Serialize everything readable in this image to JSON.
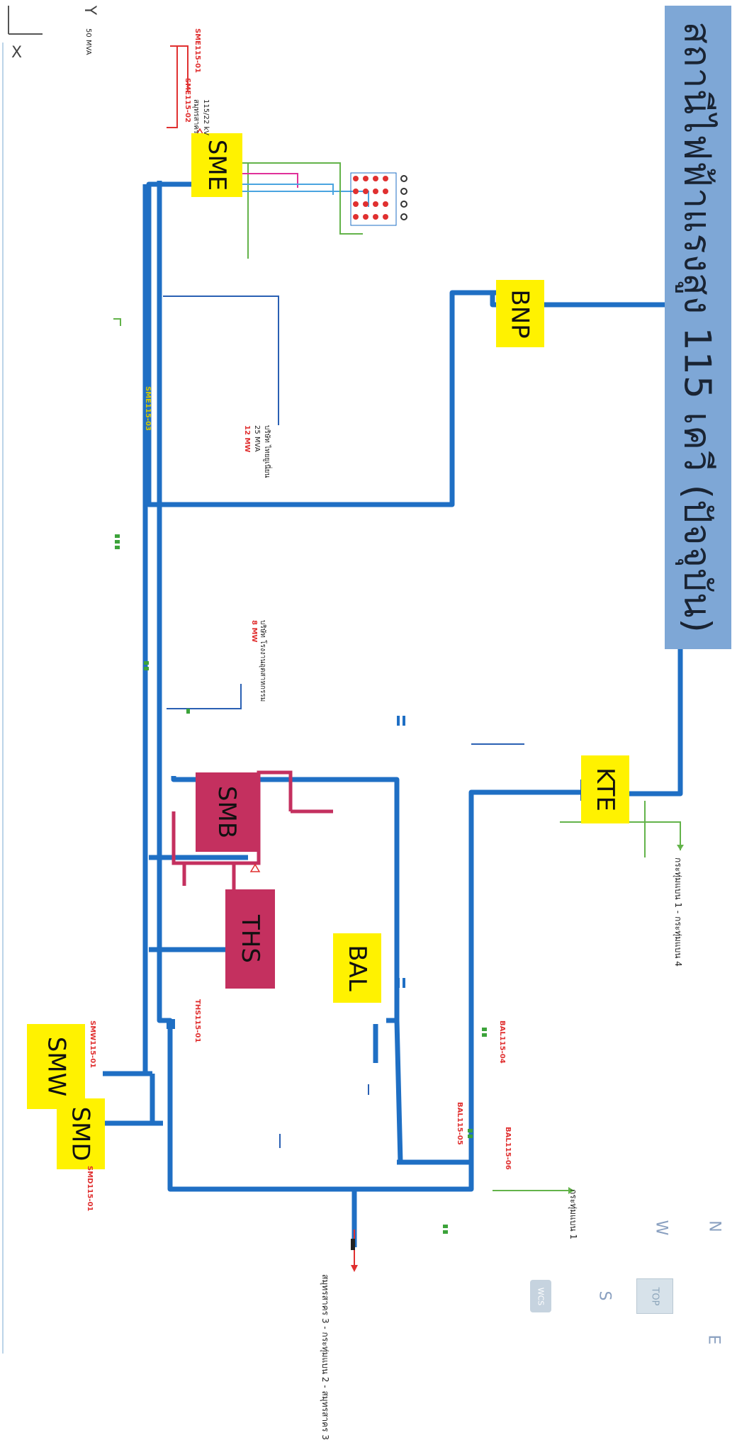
{
  "title": "สถานีไฟฟ้าแรงสูง 115 เควี (ปัจจุบัน)",
  "axes": {
    "y_label": "Y",
    "x_label": "X"
  },
  "compass": {
    "n": "N",
    "w": "W",
    "s": "S",
    "e": "E"
  },
  "view_controls": {
    "top_label": "TOP",
    "wcs_label": "WCS"
  },
  "stations": {
    "sme": "SME",
    "bnp": "BNP",
    "kte": "KTE",
    "smb": "SMB",
    "ths": "THS",
    "bal": "BAL",
    "smw": "SMW",
    "smd": "SMD"
  },
  "labels": {
    "to_kfp_1_4": "กระทุ่มแบน 1 - กระทุ่มแบน 4",
    "to_kfp_1": "กระทุ่มแบน 1",
    "to_samut_3": "สมุทรสาคร 3 - กระทุ่มแบน 2 - สมุทรสาคร 3",
    "sme_station_a": "115/22 kV",
    "sme_station_b": "สมุทรสาคร",
    "sme_feeder_1": "SME115-01",
    "sme_feeder_2": "SME115-02",
    "sme_feeder_3": "SME115-03",
    "ths_feeder": "THS115-01",
    "bal_feeder_1": "BAL115-04",
    "bal_feeder_2": "BAL115-05",
    "bal_feeder_3": "BAL115-06",
    "smd_feeder": "SMD115-01",
    "smw_feeder": "SMW115-01",
    "factory_1": "บริษัท ไทยยูเนี่ยน",
    "factory_2": "บริษัท โรงงานอุตสาหกรรม",
    "capacity_25": "25 MVA",
    "capacity_50": "50 MVA",
    "mw_12": "12 MW",
    "mw_8": "8 MW"
  }
}
